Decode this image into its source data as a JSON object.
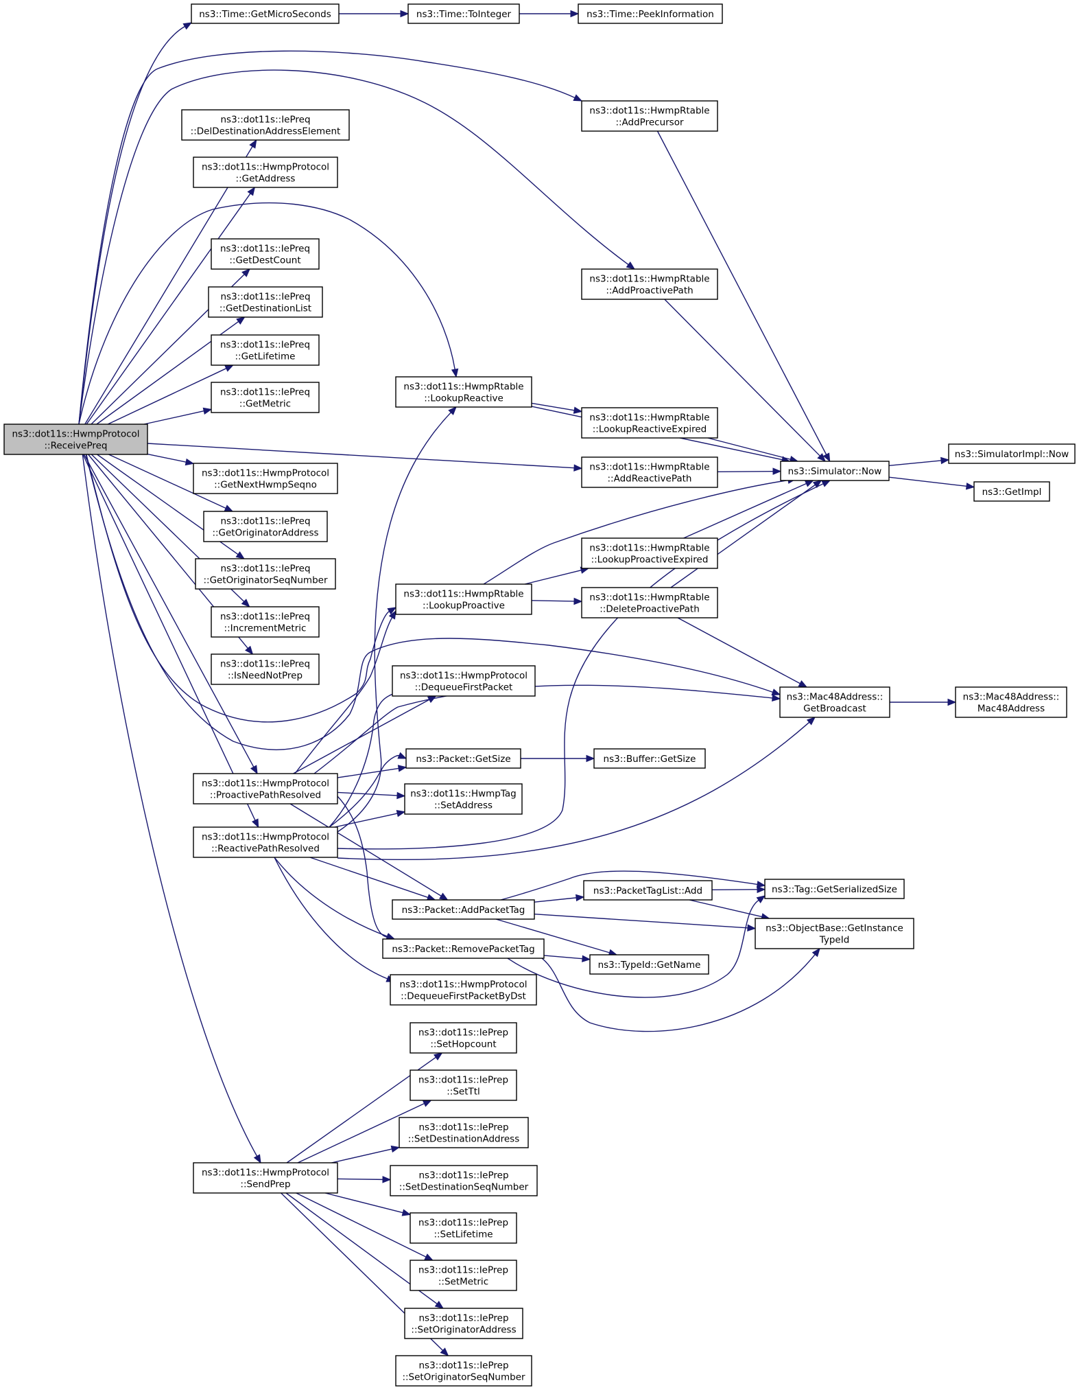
{
  "colors": {
    "edge": "#191970",
    "node_border": "#000000",
    "node_fill": "#ffffff",
    "root_fill": "#bfbfbf",
    "truncated_border": "#ff0000"
  },
  "nodes": [
    {
      "id": "root",
      "lines": [
        "ns3::dot11s::HwmpProtocol",
        "::ReceivePreq"
      ],
      "root": true
    },
    {
      "id": "getmicro",
      "lines": [
        "ns3::Time::GetMicroSeconds"
      ]
    },
    {
      "id": "tointeger",
      "lines": [
        "ns3::Time::ToInteger"
      ]
    },
    {
      "id": "peekinfo",
      "lines": [
        "ns3::Time::PeekInformation"
      ],
      "truncated": true
    },
    {
      "id": "deldest",
      "lines": [
        "ns3::dot11s::IePreq",
        "::DelDestinationAddressElement"
      ]
    },
    {
      "id": "getaddress",
      "lines": [
        "ns3::dot11s::HwmpProtocol",
        "::GetAddress"
      ]
    },
    {
      "id": "getdestcount",
      "lines": [
        "ns3::dot11s::IePreq",
        "::GetDestCount"
      ]
    },
    {
      "id": "getdestlist",
      "lines": [
        "ns3::dot11s::IePreq",
        "::GetDestinationList"
      ]
    },
    {
      "id": "getlifetime",
      "lines": [
        "ns3::dot11s::IePreq",
        "::GetLifetime"
      ]
    },
    {
      "id": "getmetric",
      "lines": [
        "ns3::dot11s::IePreq",
        "::GetMetric"
      ]
    },
    {
      "id": "getnexthwmp",
      "lines": [
        "ns3::dot11s::HwmpProtocol",
        "::GetNextHwmpSeqno"
      ]
    },
    {
      "id": "getorigaddr",
      "lines": [
        "ns3::dot11s::IePreq",
        "::GetOriginatorAddress"
      ]
    },
    {
      "id": "getorigseq",
      "lines": [
        "ns3::dot11s::IePreq",
        "::GetOriginatorSeqNumber"
      ]
    },
    {
      "id": "incmetric",
      "lines": [
        "ns3::dot11s::IePreq",
        "::IncrementMetric"
      ]
    },
    {
      "id": "isneednot",
      "lines": [
        "ns3::dot11s::IePreq",
        "::IsNeedNotPrep"
      ]
    },
    {
      "id": "proactiveresolved",
      "lines": [
        "ns3::dot11s::HwmpProtocol",
        "::ProactivePathResolved"
      ]
    },
    {
      "id": "reactiveresolved",
      "lines": [
        "ns3::dot11s::HwmpProtocol",
        "::ReactivePathResolved"
      ]
    },
    {
      "id": "sendprep",
      "lines": [
        "ns3::dot11s::HwmpProtocol",
        "::SendPrep"
      ]
    },
    {
      "id": "addprecursor",
      "lines": [
        "ns3::dot11s::HwmpRtable",
        "::AddPrecursor"
      ]
    },
    {
      "id": "addproactive",
      "lines": [
        "ns3::dot11s::HwmpRtable",
        "::AddProactivePath"
      ]
    },
    {
      "id": "lookupreactive",
      "lines": [
        "ns3::dot11s::HwmpRtable",
        "::LookupReactive"
      ]
    },
    {
      "id": "lookupreactiveexp",
      "lines": [
        "ns3::dot11s::HwmpRtable",
        "::LookupReactiveExpired"
      ]
    },
    {
      "id": "addreactive",
      "lines": [
        "ns3::dot11s::HwmpRtable",
        "::AddReactivePath"
      ]
    },
    {
      "id": "lookupproactiveexp",
      "lines": [
        "ns3::dot11s::HwmpRtable",
        "::LookupProactiveExpired"
      ]
    },
    {
      "id": "lookupproactive",
      "lines": [
        "ns3::dot11s::HwmpRtable",
        "::LookupProactive"
      ]
    },
    {
      "id": "deleteproactive",
      "lines": [
        "ns3::dot11s::HwmpRtable",
        "::DeleteProactivePath"
      ]
    },
    {
      "id": "dequeuefirst",
      "lines": [
        "ns3::dot11s::HwmpProtocol",
        "::DequeueFirstPacket"
      ]
    },
    {
      "id": "simnow",
      "lines": [
        "ns3::Simulator::Now"
      ]
    },
    {
      "id": "simimplnow",
      "lines": [
        "ns3::SimulatorImpl::Now"
      ]
    },
    {
      "id": "getimpl",
      "lines": [
        "ns3::GetImpl"
      ],
      "truncated": true
    },
    {
      "id": "getbroadcast",
      "lines": [
        "ns3::Mac48Address::",
        "GetBroadcast"
      ]
    },
    {
      "id": "mac48",
      "lines": [
        "ns3::Mac48Address::",
        "Mac48Address"
      ]
    },
    {
      "id": "pktgetsize",
      "lines": [
        "ns3::Packet::GetSize"
      ]
    },
    {
      "id": "buffergetsize",
      "lines": [
        "ns3::Buffer::GetSize"
      ]
    },
    {
      "id": "hwmptagsetaddr",
      "lines": [
        "ns3::dot11s::HwmpTag",
        "::SetAddress"
      ]
    },
    {
      "id": "addpackettag",
      "lines": [
        "ns3::Packet::AddPacketTag"
      ]
    },
    {
      "id": "packettaglistadd",
      "lines": [
        "ns3::PacketTagList::Add"
      ],
      "truncated": true
    },
    {
      "id": "removepackettag",
      "lines": [
        "ns3::Packet::RemovePacketTag"
      ],
      "truncated": true
    },
    {
      "id": "typeidgetname",
      "lines": [
        "ns3::TypeId::GetName"
      ],
      "truncated": true
    },
    {
      "id": "taggetserialized",
      "lines": [
        "ns3::Tag::GetSerializedSize"
      ]
    },
    {
      "id": "getinstancetypeid",
      "lines": [
        "ns3::ObjectBase::GetInstance",
        "TypeId"
      ]
    },
    {
      "id": "dequeuebydst",
      "lines": [
        "ns3::dot11s::HwmpProtocol",
        "::DequeueFirstPacketByDst"
      ]
    },
    {
      "id": "sethopcount",
      "lines": [
        "ns3::dot11s::IePrep",
        "::SetHopcount"
      ]
    },
    {
      "id": "setttl",
      "lines": [
        "ns3::dot11s::IePrep",
        "::SetTtl"
      ]
    },
    {
      "id": "setdestaddr",
      "lines": [
        "ns3::dot11s::IePrep",
        "::SetDestinationAddress"
      ]
    },
    {
      "id": "setdestseq",
      "lines": [
        "ns3::dot11s::IePrep",
        "::SetDestinationSeqNumber"
      ]
    },
    {
      "id": "setlifetime",
      "lines": [
        "ns3::dot11s::IePrep",
        "::SetLifetime"
      ]
    },
    {
      "id": "setmetric",
      "lines": [
        "ns3::dot11s::IePrep",
        "::SetMetric"
      ]
    },
    {
      "id": "setorigaddr",
      "lines": [
        "ns3::dot11s::IePrep",
        "::SetOriginatorAddress"
      ]
    },
    {
      "id": "setorigseq",
      "lines": [
        "ns3::dot11s::IePrep",
        "::SetOriginatorSeqNumber"
      ]
    }
  ],
  "edges": [
    [
      "root",
      "getmicro"
    ],
    [
      "root",
      "addprecursor"
    ],
    [
      "root",
      "addproactive"
    ],
    [
      "root",
      "deldest"
    ],
    [
      "root",
      "getaddress"
    ],
    [
      "root",
      "lookupreactive"
    ],
    [
      "root",
      "getdestcount"
    ],
    [
      "root",
      "getdestlist"
    ],
    [
      "root",
      "getlifetime"
    ],
    [
      "root",
      "getmetric"
    ],
    [
      "root",
      "addreactive"
    ],
    [
      "root",
      "getnexthwmp"
    ],
    [
      "root",
      "getorigaddr"
    ],
    [
      "root",
      "getorigseq"
    ],
    [
      "root",
      "incmetric"
    ],
    [
      "root",
      "isneednot"
    ],
    [
      "root",
      "lookupproactive"
    ],
    [
      "root",
      "getbroadcast"
    ],
    [
      "root",
      "proactiveresolved"
    ],
    [
      "root",
      "reactiveresolved"
    ],
    [
      "root",
      "sendprep"
    ],
    [
      "getmicro",
      "tointeger"
    ],
    [
      "tointeger",
      "peekinfo"
    ],
    [
      "addprecursor",
      "simnow"
    ],
    [
      "addproactive",
      "simnow"
    ],
    [
      "lookupreactive",
      "simnow"
    ],
    [
      "lookupreactive",
      "lookupreactiveexp"
    ],
    [
      "lookupreactiveexp",
      "simnow"
    ],
    [
      "addreactive",
      "simnow"
    ],
    [
      "lookupproactive",
      "simnow"
    ],
    [
      "lookupproactive",
      "lookupproactiveexp"
    ],
    [
      "lookupproactive",
      "deleteproactive"
    ],
    [
      "lookupproactiveexp",
      "simnow"
    ],
    [
      "deleteproactive",
      "simnow"
    ],
    [
      "deleteproactive",
      "getbroadcast"
    ],
    [
      "simnow",
      "simimplnow"
    ],
    [
      "simnow",
      "getimpl"
    ],
    [
      "getbroadcast",
      "mac48"
    ],
    [
      "proactiveresolved",
      "lookupproactive"
    ],
    [
      "proactiveresolved",
      "dequeuefirst"
    ],
    [
      "proactiveresolved",
      "getbroadcast"
    ],
    [
      "proactiveresolved",
      "pktgetsize"
    ],
    [
      "proactiveresolved",
      "hwmptagsetaddr"
    ],
    [
      "proactiveresolved",
      "addpackettag"
    ],
    [
      "proactiveresolved",
      "removepackettag"
    ],
    [
      "reactiveresolved",
      "lookupreactive"
    ],
    [
      "reactiveresolved",
      "dequeuefirst"
    ],
    [
      "reactiveresolved",
      "pktgetsize"
    ],
    [
      "reactiveresolved",
      "hwmptagsetaddr"
    ],
    [
      "reactiveresolved",
      "simnow"
    ],
    [
      "reactiveresolved",
      "getbroadcast"
    ],
    [
      "reactiveresolved",
      "addpackettag"
    ],
    [
      "reactiveresolved",
      "removepackettag"
    ],
    [
      "reactiveresolved",
      "dequeuebydst"
    ],
    [
      "pktgetsize",
      "buffergetsize"
    ],
    [
      "addpackettag",
      "packettaglistadd"
    ],
    [
      "addpackettag",
      "taggetserialized"
    ],
    [
      "addpackettag",
      "getinstancetypeid"
    ],
    [
      "addpackettag",
      "typeidgetname"
    ],
    [
      "packettaglistadd",
      "taggetserialized"
    ],
    [
      "packettaglistadd",
      "getinstancetypeid"
    ],
    [
      "removepackettag",
      "typeidgetname"
    ],
    [
      "removepackettag",
      "taggetserialized"
    ],
    [
      "removepackettag",
      "getinstancetypeid"
    ],
    [
      "sendprep",
      "sethopcount"
    ],
    [
      "sendprep",
      "setttl"
    ],
    [
      "sendprep",
      "setdestaddr"
    ],
    [
      "sendprep",
      "setdestseq"
    ],
    [
      "sendprep",
      "setlifetime"
    ],
    [
      "sendprep",
      "setmetric"
    ],
    [
      "sendprep",
      "setorigaddr"
    ],
    [
      "sendprep",
      "setorigseq"
    ]
  ]
}
